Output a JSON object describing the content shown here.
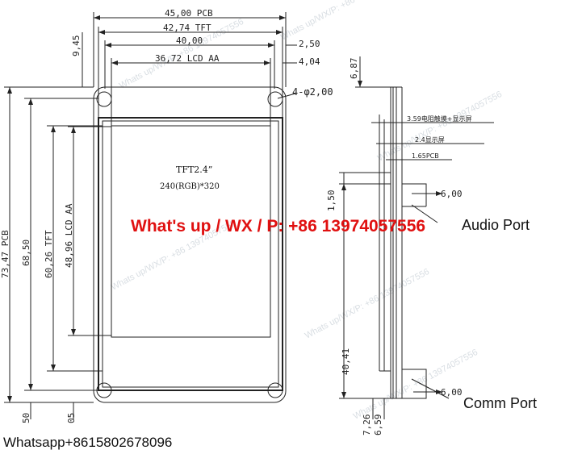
{
  "front_view": {
    "width_pcb": "45,00 PCB",
    "width_tft": "42,74 TFT",
    "width_glass": "40,00",
    "width_lcd_aa": "36,72 LCD AA",
    "offset_2_50": "2,50",
    "offset_4_04": "4,04",
    "offset_9_45": "9,45",
    "hole_label": "4-φ2,00",
    "height_pcb": "73,47 PCB",
    "height_68_50": "68,50",
    "height_tft": "60,26 TFT",
    "height_lcd_aa": "48,96 LCD AA",
    "bottom_50": "50",
    "bottom_05": "05",
    "panel_title": "TFT2.4”",
    "panel_resolution": "240(RGB)*320"
  },
  "side_view": {
    "top_6_87": "6,87",
    "callout_total": "3.59电阻触摸+显示屏",
    "callout_display": "2.4显示屏",
    "callout_pcb": "1.65PCB",
    "dim_1_50": "1,50",
    "dim_6_00_top": "6,00",
    "audio_port": "Audio Port",
    "dim_40_41": "40,41",
    "dim_6_00_bottom": "6,00",
    "comm_port": "Comm Port",
    "bottom_7_26": "7,26",
    "bottom_6_59": "6,59"
  },
  "overlay": {
    "contact_banner": "What's up / WX / P: +86 13974057556",
    "footer_whatsapp": "Whatsapp+8615802678096",
    "watermark": "Whats up/WX/P: +86 13974057556"
  },
  "colors": {
    "line": "#222222",
    "banner": "#e01010",
    "watermark": "#b9c3cc"
  }
}
